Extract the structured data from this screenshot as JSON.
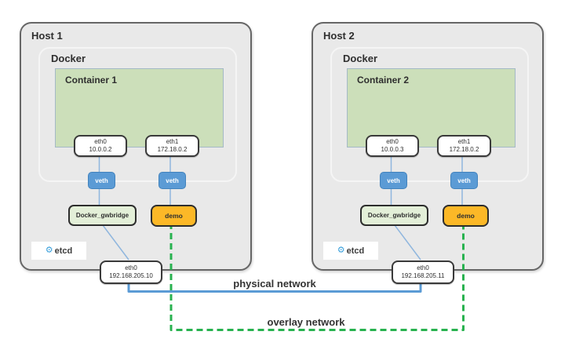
{
  "colors": {
    "host_fill": "#e9e9e9",
    "host_border": "#666666",
    "docker_border": "#f5f5f5",
    "container_fill": "#ccdfba",
    "container_border": "#a4b9c6",
    "iface_border": "#3a3a3a",
    "veth_fill": "#5b9bd5",
    "bridge_fill": "#e3efd8",
    "demo_fill": "#fcb827",
    "box_border_dark": "#2d2d2d",
    "connector": "#8fb6de",
    "physical_line": "#5b9bd5",
    "overlay_line": "#28b24f",
    "etcd_blue": "#3aa0dc",
    "text": "#2f2f2f"
  },
  "icons": {
    "etcd_gear_glyph": "⚙"
  },
  "hosts": [
    {
      "title": "Host 1",
      "docker_label": "Docker",
      "container_label": "Container 1",
      "interfaces": [
        {
          "name": "eth0",
          "ip": "10.0.0.2"
        },
        {
          "name": "eth1",
          "ip": "172.18.0.2"
        }
      ],
      "veth_labels": [
        "veth",
        "veth"
      ],
      "bridge_label": "Docker_gwbridge",
      "overlay_bridge_label": "demo",
      "etcd_label": "etcd",
      "host_interface": {
        "name": "eth0",
        "ip": "192.168.205.10"
      }
    },
    {
      "title": "Host 2",
      "docker_label": "Docker",
      "container_label": "Container 2",
      "interfaces": [
        {
          "name": "eth0",
          "ip": "10.0.0.3"
        },
        {
          "name": "eth1",
          "ip": "172.18.0.2"
        }
      ],
      "veth_labels": [
        "veth",
        "veth"
      ],
      "bridge_label": "Docker_gwbridge",
      "overlay_bridge_label": "demo",
      "etcd_label": "etcd",
      "host_interface": {
        "name": "eth0",
        "ip": "192.168.205.11"
      }
    }
  ],
  "links": {
    "physical_label": "physical network",
    "overlay_label": "overlay network"
  }
}
